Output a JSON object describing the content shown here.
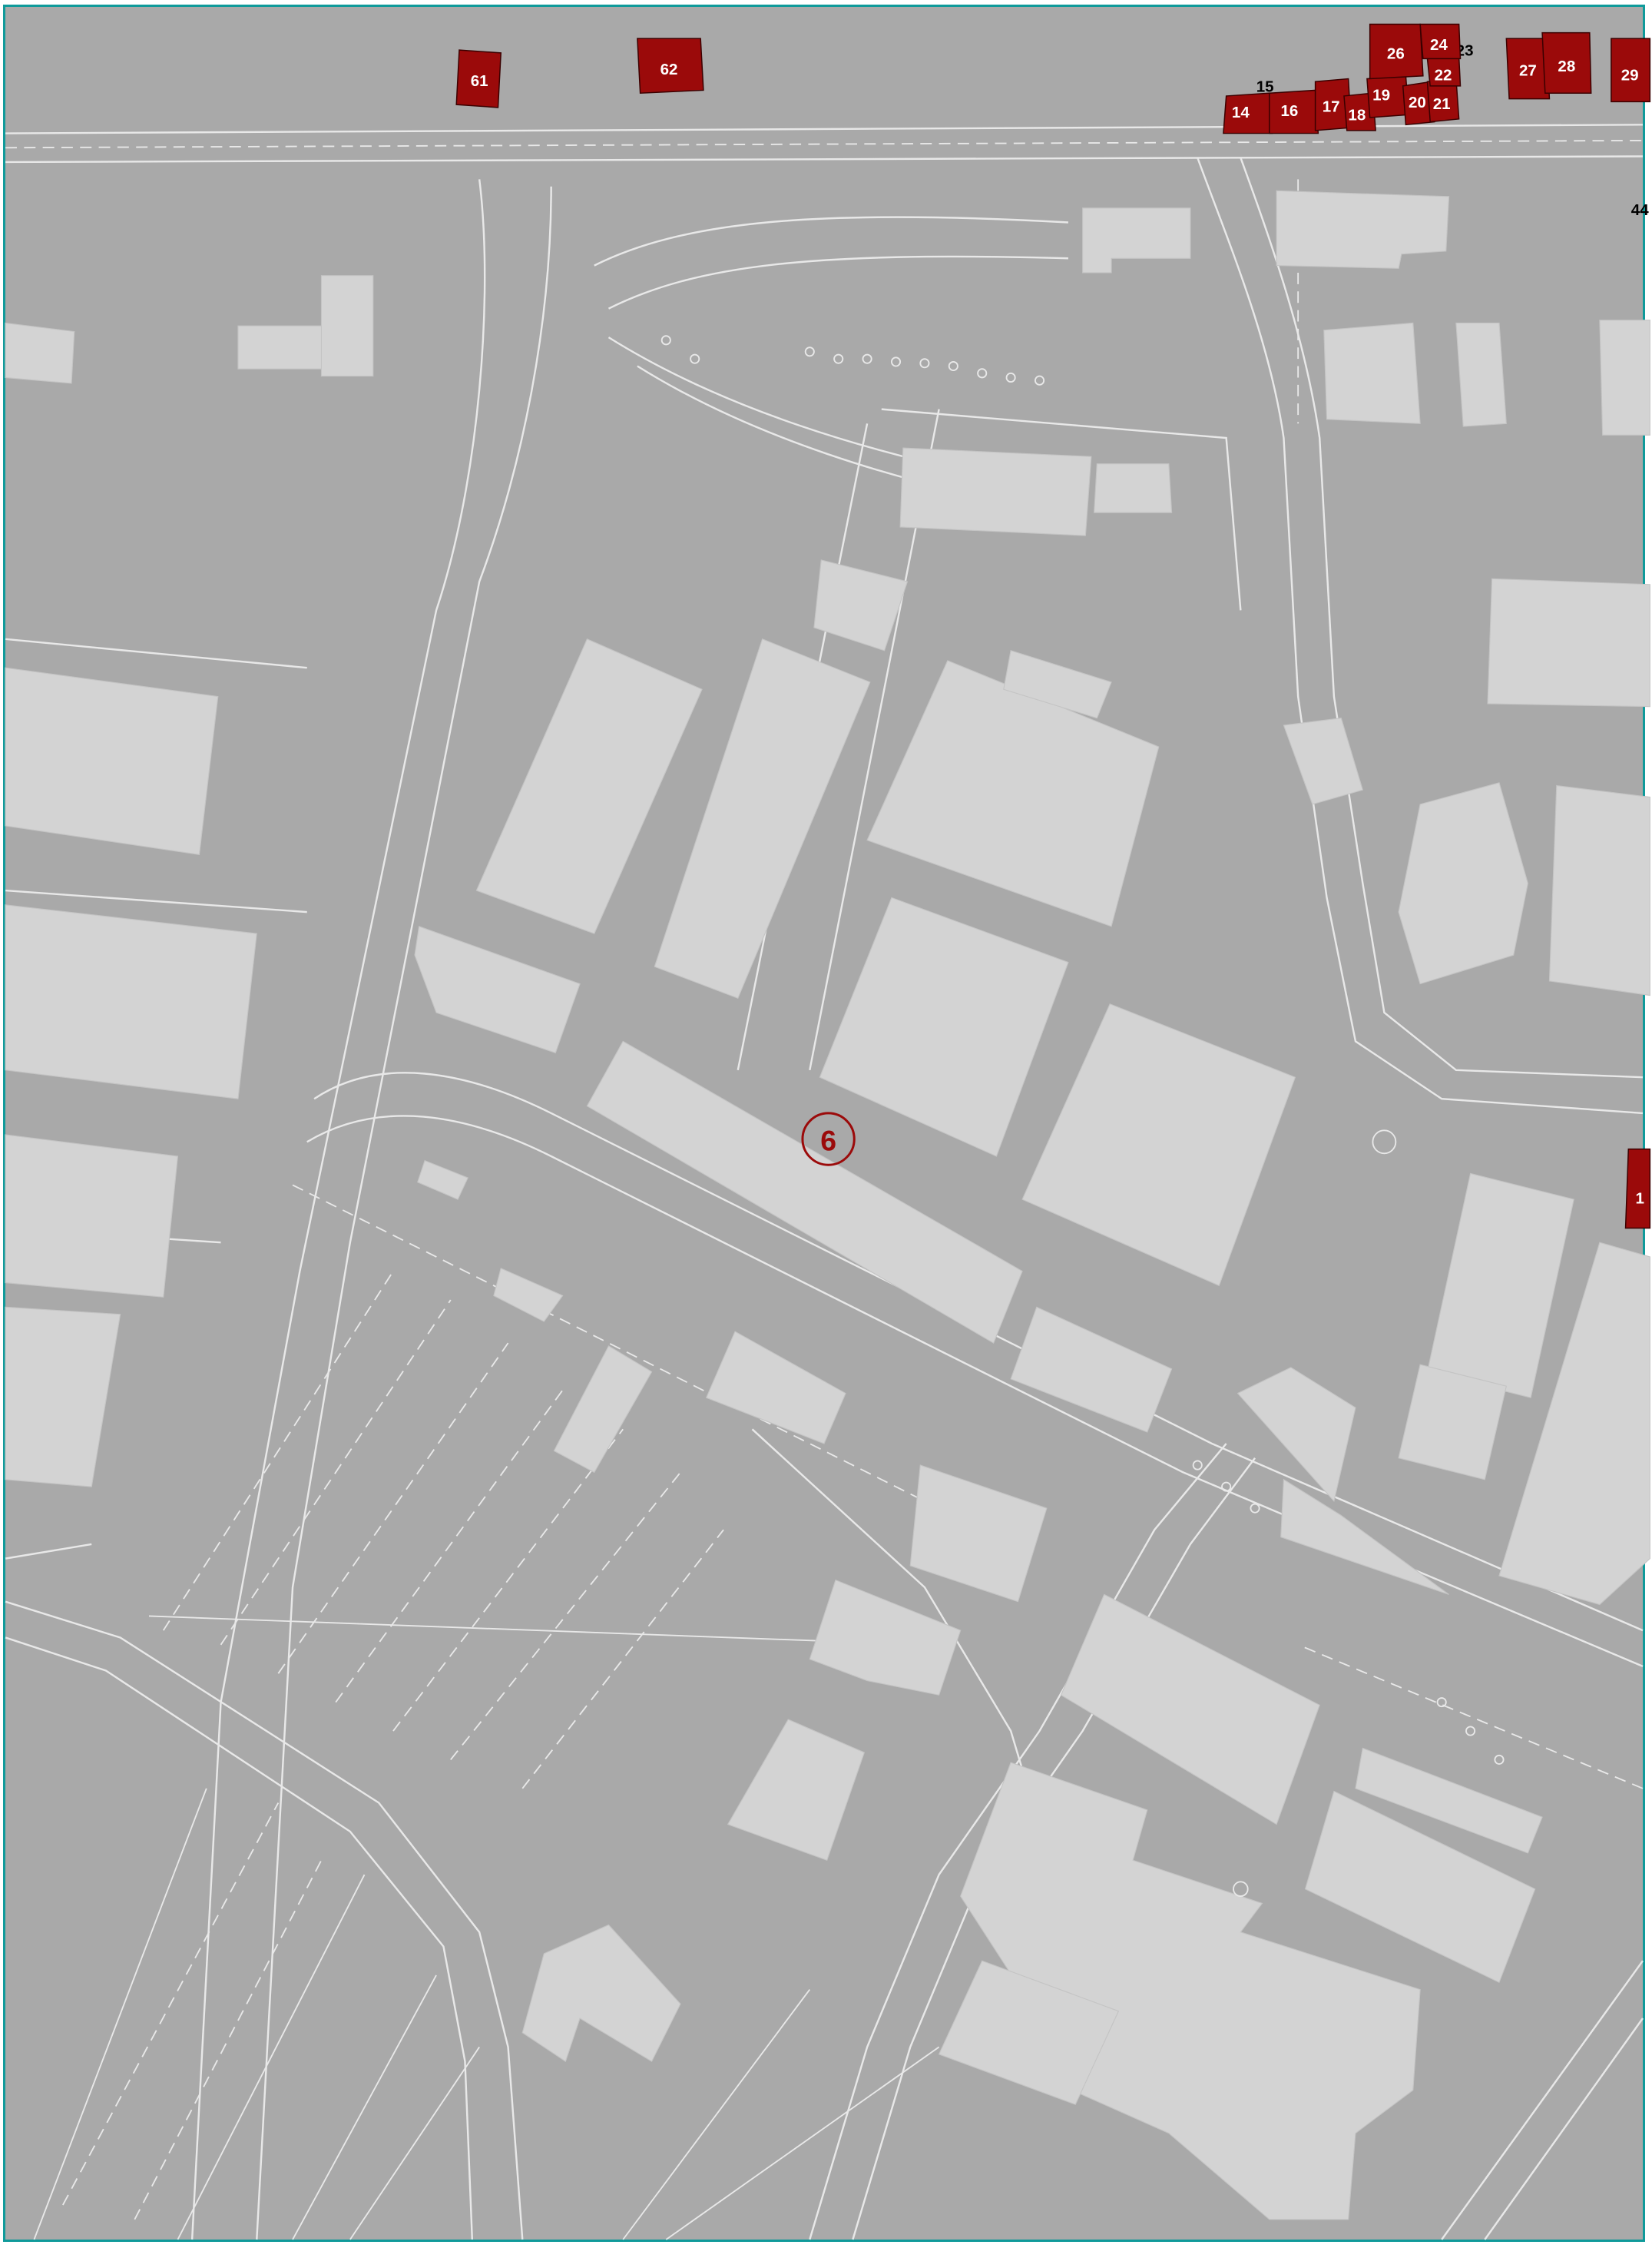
{
  "map": {
    "colors": {
      "ground": "#a9a9a9",
      "building": "#d3d3d3",
      "line": "#e8e8e8",
      "highlight_fill": "#9b0a0a",
      "highlight_stroke": "#3a0000",
      "highlight_text": "#ffffff",
      "marker": "#9b0a0a",
      "frame": "#0f9a9a"
    },
    "marker": {
      "label": "6"
    },
    "parcels": [
      {
        "label": "61"
      },
      {
        "label": "62"
      },
      {
        "label": "14"
      },
      {
        "label": "15"
      },
      {
        "label": "16"
      },
      {
        "label": "17"
      },
      {
        "label": "18"
      },
      {
        "label": "19"
      },
      {
        "label": "20"
      },
      {
        "label": "21"
      },
      {
        "label": "22"
      },
      {
        "label": "23"
      },
      {
        "label": "24"
      },
      {
        "label": "26"
      },
      {
        "label": "27"
      },
      {
        "label": "28"
      },
      {
        "label": "29"
      },
      {
        "label": "44"
      },
      {
        "label": "1"
      }
    ]
  }
}
